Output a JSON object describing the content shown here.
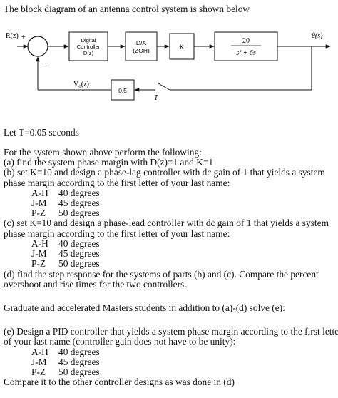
{
  "heading": "The block diagram of an antenna control system is shown below",
  "diagram": {
    "input_label": "R(z)",
    "plus": "+",
    "minus": "−",
    "block1": [
      "Digital",
      "Controller",
      "D(z)"
    ],
    "block2": [
      "D/A",
      "(ZOH)"
    ],
    "block3": "K",
    "block4_num": "20",
    "block4_den": "s² + 6s",
    "output_label": "θ(s)",
    "feedback_label": "V",
    "feedback_sub": "o",
    "feedback_arg": "(z)",
    "feedback_gain": "0.5",
    "sampler_label": "T"
  },
  "lines": [
    "Let T=0.05 seconds",
    "For the system shown above perform the following:",
    "(a) find the system phase margin with D(z)=1 and K=1",
    "(b) set K=10 and design a phase-lag controller with dc gain of 1 that yields a system",
    "phase margin according to the first letter of your last name:",
    "(c) set K=10 and design a phase-lead controller with dc gain of 1 that yields a system",
    "phase margin according to the first letter of your last name:",
    "(d) find the step response for the systems of parts (b) and (c). Compare the percent",
    "overshoot and rise times for the two controllers.",
    "Graduate and accelerated Masters students in addition to (a)-(d) solve (e):",
    "(e) Design a PID controller that yields a system phase margin according to the first letter",
    "of your last name (controller gain does not have to be unity):",
    "Compare it to the other controller designs as was done in (d)"
  ],
  "table_b": [
    {
      "range": "A-H",
      "value": "40 degrees"
    },
    {
      "range": "J-M",
      "value": "45 degrees"
    },
    {
      "range": "P-Z",
      "value": "50 degrees"
    }
  ],
  "table_c": [
    {
      "range": "A-H",
      "value": "40 degrees"
    },
    {
      "range": "J-M",
      "value": "45 degrees"
    },
    {
      "range": "P-Z",
      "value": "50 degrees"
    }
  ],
  "table_e": [
    {
      "range": "A-H",
      "value": "40 degrees"
    },
    {
      "range": "J-M",
      "value": "45 degrees"
    },
    {
      "range": "P-Z",
      "value": "50 degrees"
    }
  ]
}
